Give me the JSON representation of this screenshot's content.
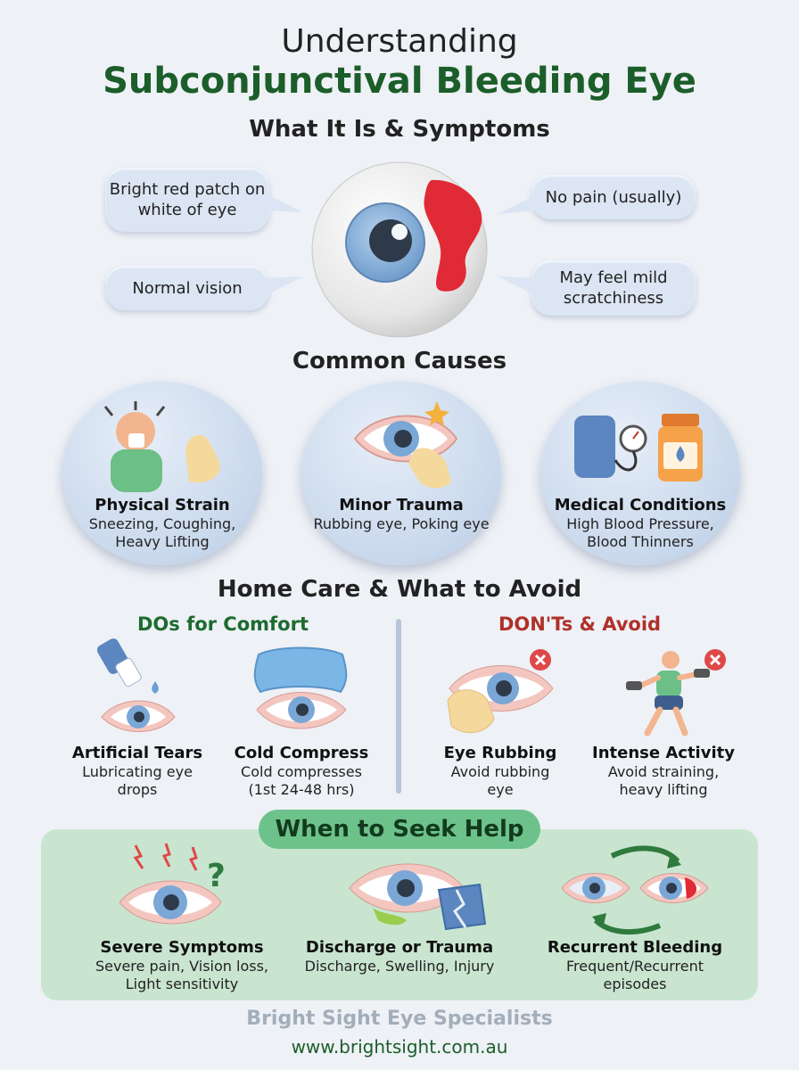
{
  "title_line1": "Understanding",
  "title_line2": "Subconjunctival Bleeding Eye",
  "section_what": "What It Is & Symptoms",
  "symptoms": [
    "Bright red patch on white of eye",
    "No pain (usually)",
    "Normal vision",
    "May feel mild scratchiness"
  ],
  "section_causes": "Common Causes",
  "causes": [
    {
      "title": "Physical Strain",
      "desc": "Sneezing, Coughing, Heavy Lifting"
    },
    {
      "title": "Minor Trauma",
      "desc": "Rubbing eye, Poking eye"
    },
    {
      "title": "Medical Conditions",
      "desc": "High Blood Pressure, Blood Thinners"
    }
  ],
  "section_care": "Home Care & What to Avoid",
  "dos_heading": "DOs for Comfort",
  "donts_heading": "DON'Ts & Avoid",
  "dos": [
    {
      "title": "Artificial Tears",
      "desc": "Lubricating eye drops"
    },
    {
      "title": "Cold Compress",
      "desc": "Cold compresses (1st 24-48 hrs)"
    }
  ],
  "donts": [
    {
      "title": "Eye Rubbing",
      "desc": "Avoid rubbing eye"
    },
    {
      "title": "Intense Activity",
      "desc": "Avoid straining, heavy lifting"
    }
  ],
  "section_help": "When to Seek Help",
  "help": [
    {
      "title": "Severe Symptoms",
      "desc": "Severe pain, Vision loss, Light sensitivity"
    },
    {
      "title": "Discharge or Trauma",
      "desc": "Discharge, Swelling, Injury"
    },
    {
      "title": "Recurrent Bleeding",
      "desc": "Frequent/Recurrent episodes"
    }
  ],
  "footer_name": "Bright Sight Eye Specialists",
  "footer_url": "www.brightsight.com.au",
  "colors": {
    "title_green": "#1b5e2a",
    "dos_green": "#1b6b2e",
    "donts_red": "#b0302a",
    "bubble_blue": "#dbe5f3",
    "help_panel": "#c9e5d0",
    "help_pill": "#6cc28a"
  }
}
